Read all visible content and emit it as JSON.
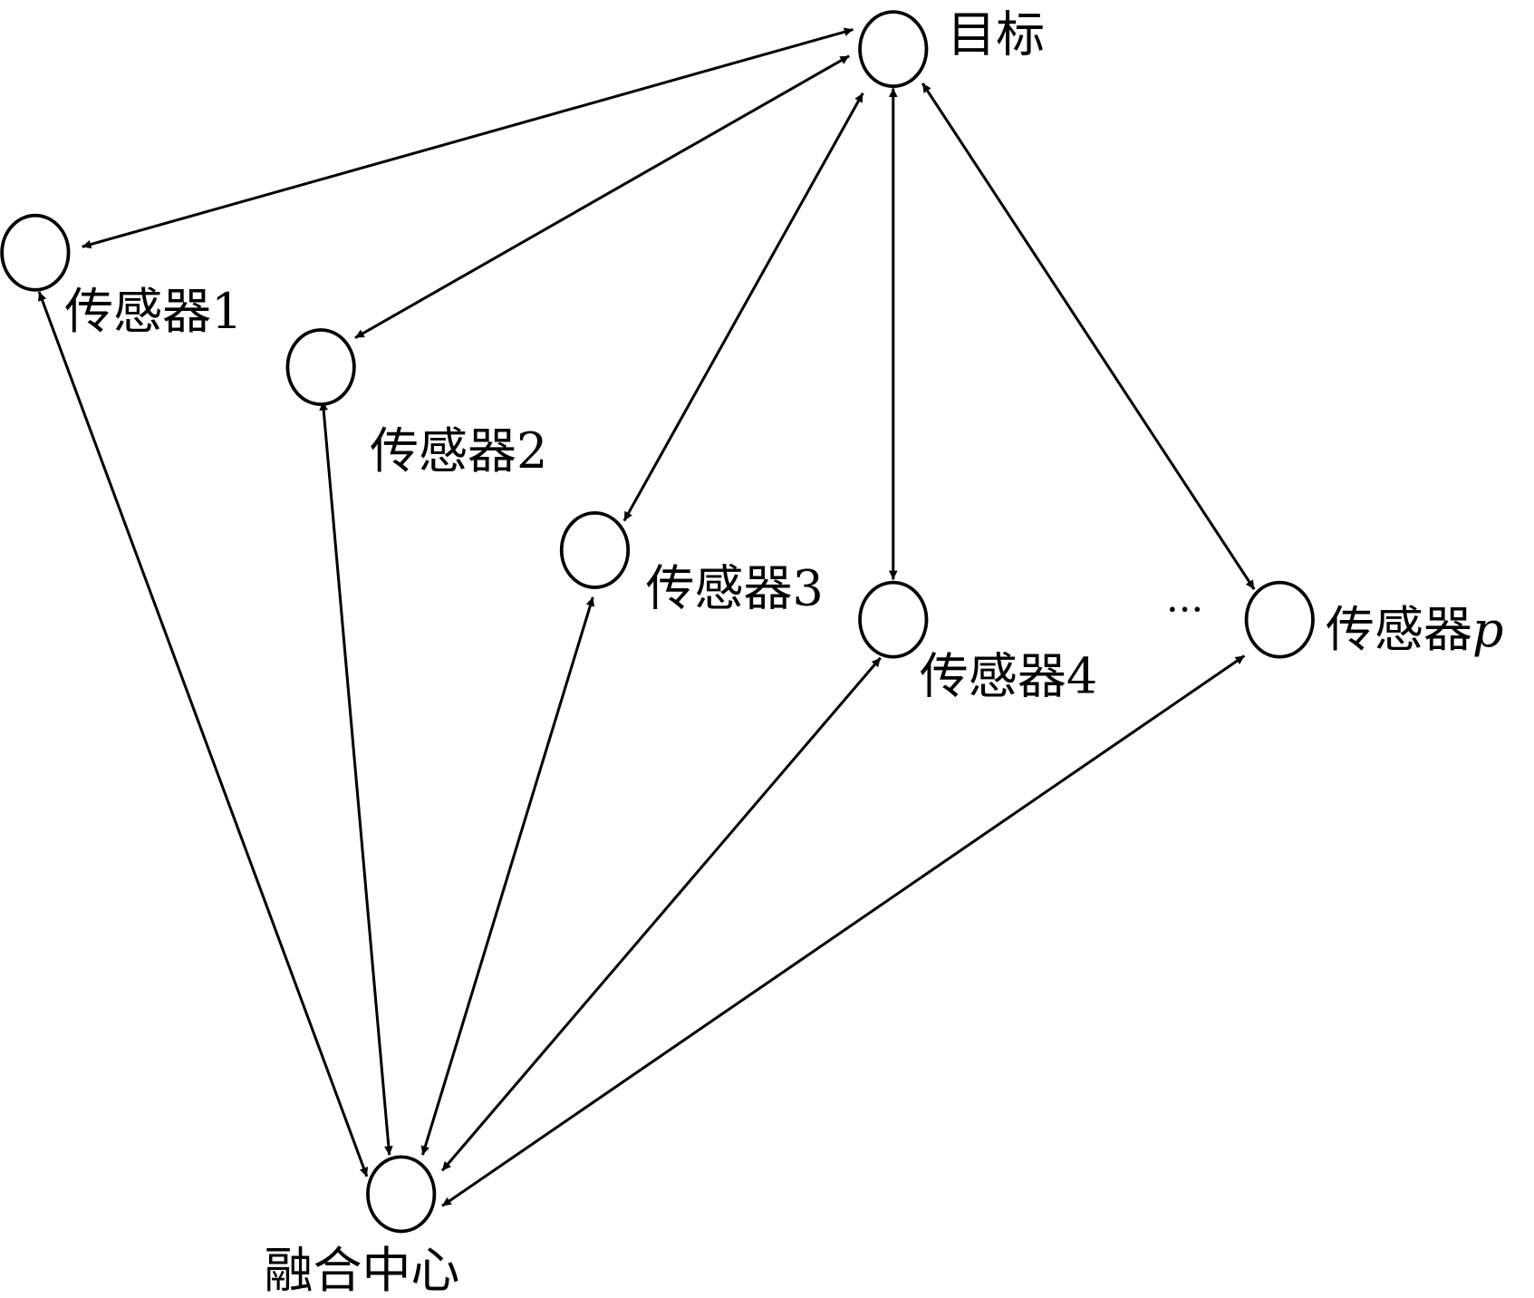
{
  "nodes": {
    "target": "目标",
    "sensor1": "传感器1",
    "sensor2": "传感器2",
    "sensor3": "传感器3",
    "sensor4": "传感器4",
    "sensorp_prefix": "传感器",
    "sensorp_suffix": "p",
    "ellipsis": "···",
    "fusion": "融合中心"
  },
  "edges": [
    {
      "from": "目标",
      "to": "传感器1",
      "direction": "bidirectional"
    },
    {
      "from": "目标",
      "to": "传感器2",
      "direction": "bidirectional"
    },
    {
      "from": "目标",
      "to": "传感器3",
      "direction": "bidirectional"
    },
    {
      "from": "目标",
      "to": "传感器4",
      "direction": "bidirectional"
    },
    {
      "from": "目标",
      "to": "传感器p",
      "direction": "bidirectional"
    },
    {
      "from": "融合中心",
      "to": "传感器1",
      "direction": "bidirectional"
    },
    {
      "from": "融合中心",
      "to": "传感器2",
      "direction": "bidirectional"
    },
    {
      "from": "融合中心",
      "to": "传感器3",
      "direction": "bidirectional"
    },
    {
      "from": "融合中心",
      "to": "传感器4",
      "direction": "bidirectional"
    },
    {
      "from": "融合中心",
      "to": "传感器p",
      "direction": "bidirectional"
    }
  ]
}
